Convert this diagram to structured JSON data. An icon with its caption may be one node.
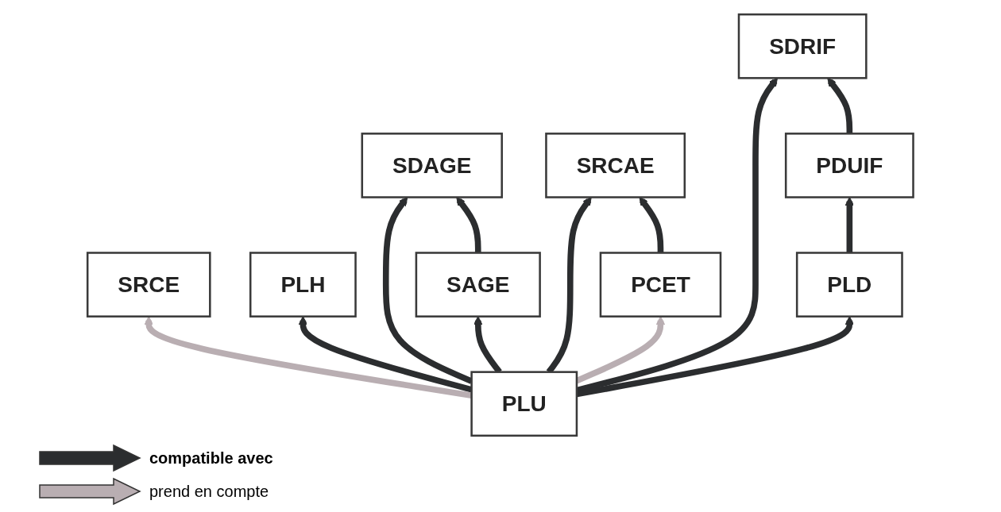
{
  "diagram": {
    "nodes": [
      {
        "text": [
          "SDRIF"
        ]
      },
      {
        "text": [
          "SDAGE"
        ]
      },
      {
        "text": [
          "SRCE"
        ]
      },
      {
        "text": [
          "SRCAE"
        ]
      },
      {
        "text": [
          "PDUIF"
        ]
      },
      {
        "text": [
          "PLH"
        ]
      },
      {
        "text": [
          "SAGE"
        ]
      },
      {
        "text": [
          "PCET"
        ]
      },
      {
        "text": [
          "PLD"
        ]
      },
      {
        "text": [
          "PLU"
        ]
      }
    ],
    "edges": [
      {
        "from": 9,
        "to": 5,
        "arrow": "to"
      },
      {
        "from": 9,
        "to": 0,
        "arrow": "to"
      },
      {
        "from": 9,
        "to": 8,
        "arrow": "to"
      },
      {
        "from": 8,
        "to": 4,
        "arrow": "to"
      },
      {
        "from": 4,
        "to": 0,
        "arrow": "to"
      },
      {
        "from": 9,
        "to": 1,
        "arrow": "to"
      },
      {
        "from": 9,
        "to": 6,
        "arrow": "to"
      },
      {
        "from": 6,
        "to": 1,
        "arrow": "to"
      },
      {
        "from": 9,
        "to": 2,
        "arrow": "to",
        "color": "#b9aeb2"
      },
      {
        "from": 9,
        "to": 3,
        "arrow": "to"
      },
      {
        "from": 9,
        "to": 7,
        "arrow": "to",
        "color": "#b9aeb2"
      },
      {
        "from": 7,
        "to": 3,
        "arrow": "to"
      }
    ],
    "legend": [
      {
        "text": "compatible avec"
      },
      {
        "text": "prend en compte"
      }
    ]
  }
}
